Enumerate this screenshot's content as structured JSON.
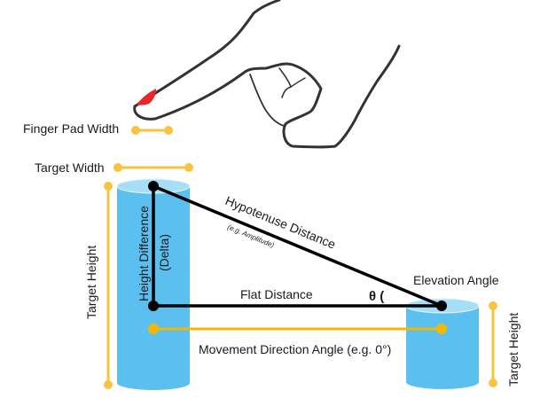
{
  "labels": {
    "finger_pad_width": "Finger Pad Width",
    "target_width": "Target Width",
    "target_height_left": "Target Height",
    "target_height_right": "Target Height",
    "height_difference": "Height Difference",
    "delta": "(Delta)",
    "hypotenuse_distance": "Hypotenuse Distance",
    "amplitude_note": "(e.g. Amplitude)",
    "flat_distance": "Flat Distance",
    "theta": "θ (",
    "elevation_angle": "Elevation Angle",
    "movement_direction_angle": "Movement Direction Angle (e.g. 0°)"
  },
  "icons": {
    "hand": "pointing-hand-outline",
    "fingernail": "red-fingernail"
  },
  "colors": {
    "cylinder_body": "#5bc0f0",
    "cylinder_top": "#a6def7",
    "dimension_yellow": "#f9c33f",
    "direction_yellow": "#f5b800",
    "triangle_line": "#000000",
    "hand_outline": "#333333",
    "nail_red": "#e8272d",
    "text": "#1a1a1a"
  }
}
